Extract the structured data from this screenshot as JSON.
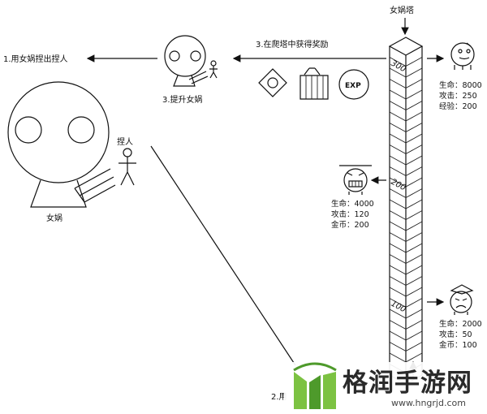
{
  "tower": {
    "title": "女娲塔",
    "floors": [
      {
        "label": "300"
      },
      {
        "label": "200"
      },
      {
        "label": "100"
      }
    ]
  },
  "nuwa": {
    "label": "女娲"
  },
  "puppet": {
    "label": "捏人"
  },
  "steps": {
    "step1": "1.用女娲捏出捏人",
    "step2": "2.用",
    "step3a": "3.在爬塔中获得奖励",
    "step3b": "3.提升女娲"
  },
  "rewards": {
    "exp_label": "EXP"
  },
  "monsters": [
    {
      "stats": [
        "生命：8000",
        "攻击：250",
        "经验：200"
      ]
    },
    {
      "stats": [
        "生命：4000",
        "攻击：120",
        "金币：200"
      ]
    },
    {
      "stats": [
        "生命：2000",
        "攻击：50",
        "金币：100"
      ]
    }
  ],
  "watermark": {
    "brand": "格润手游网",
    "url": "www.hngrjd.com"
  },
  "colors": {
    "ink": "#111111",
    "logo_green": "#7cc242",
    "logo_dark_green": "#4e9a2b"
  }
}
